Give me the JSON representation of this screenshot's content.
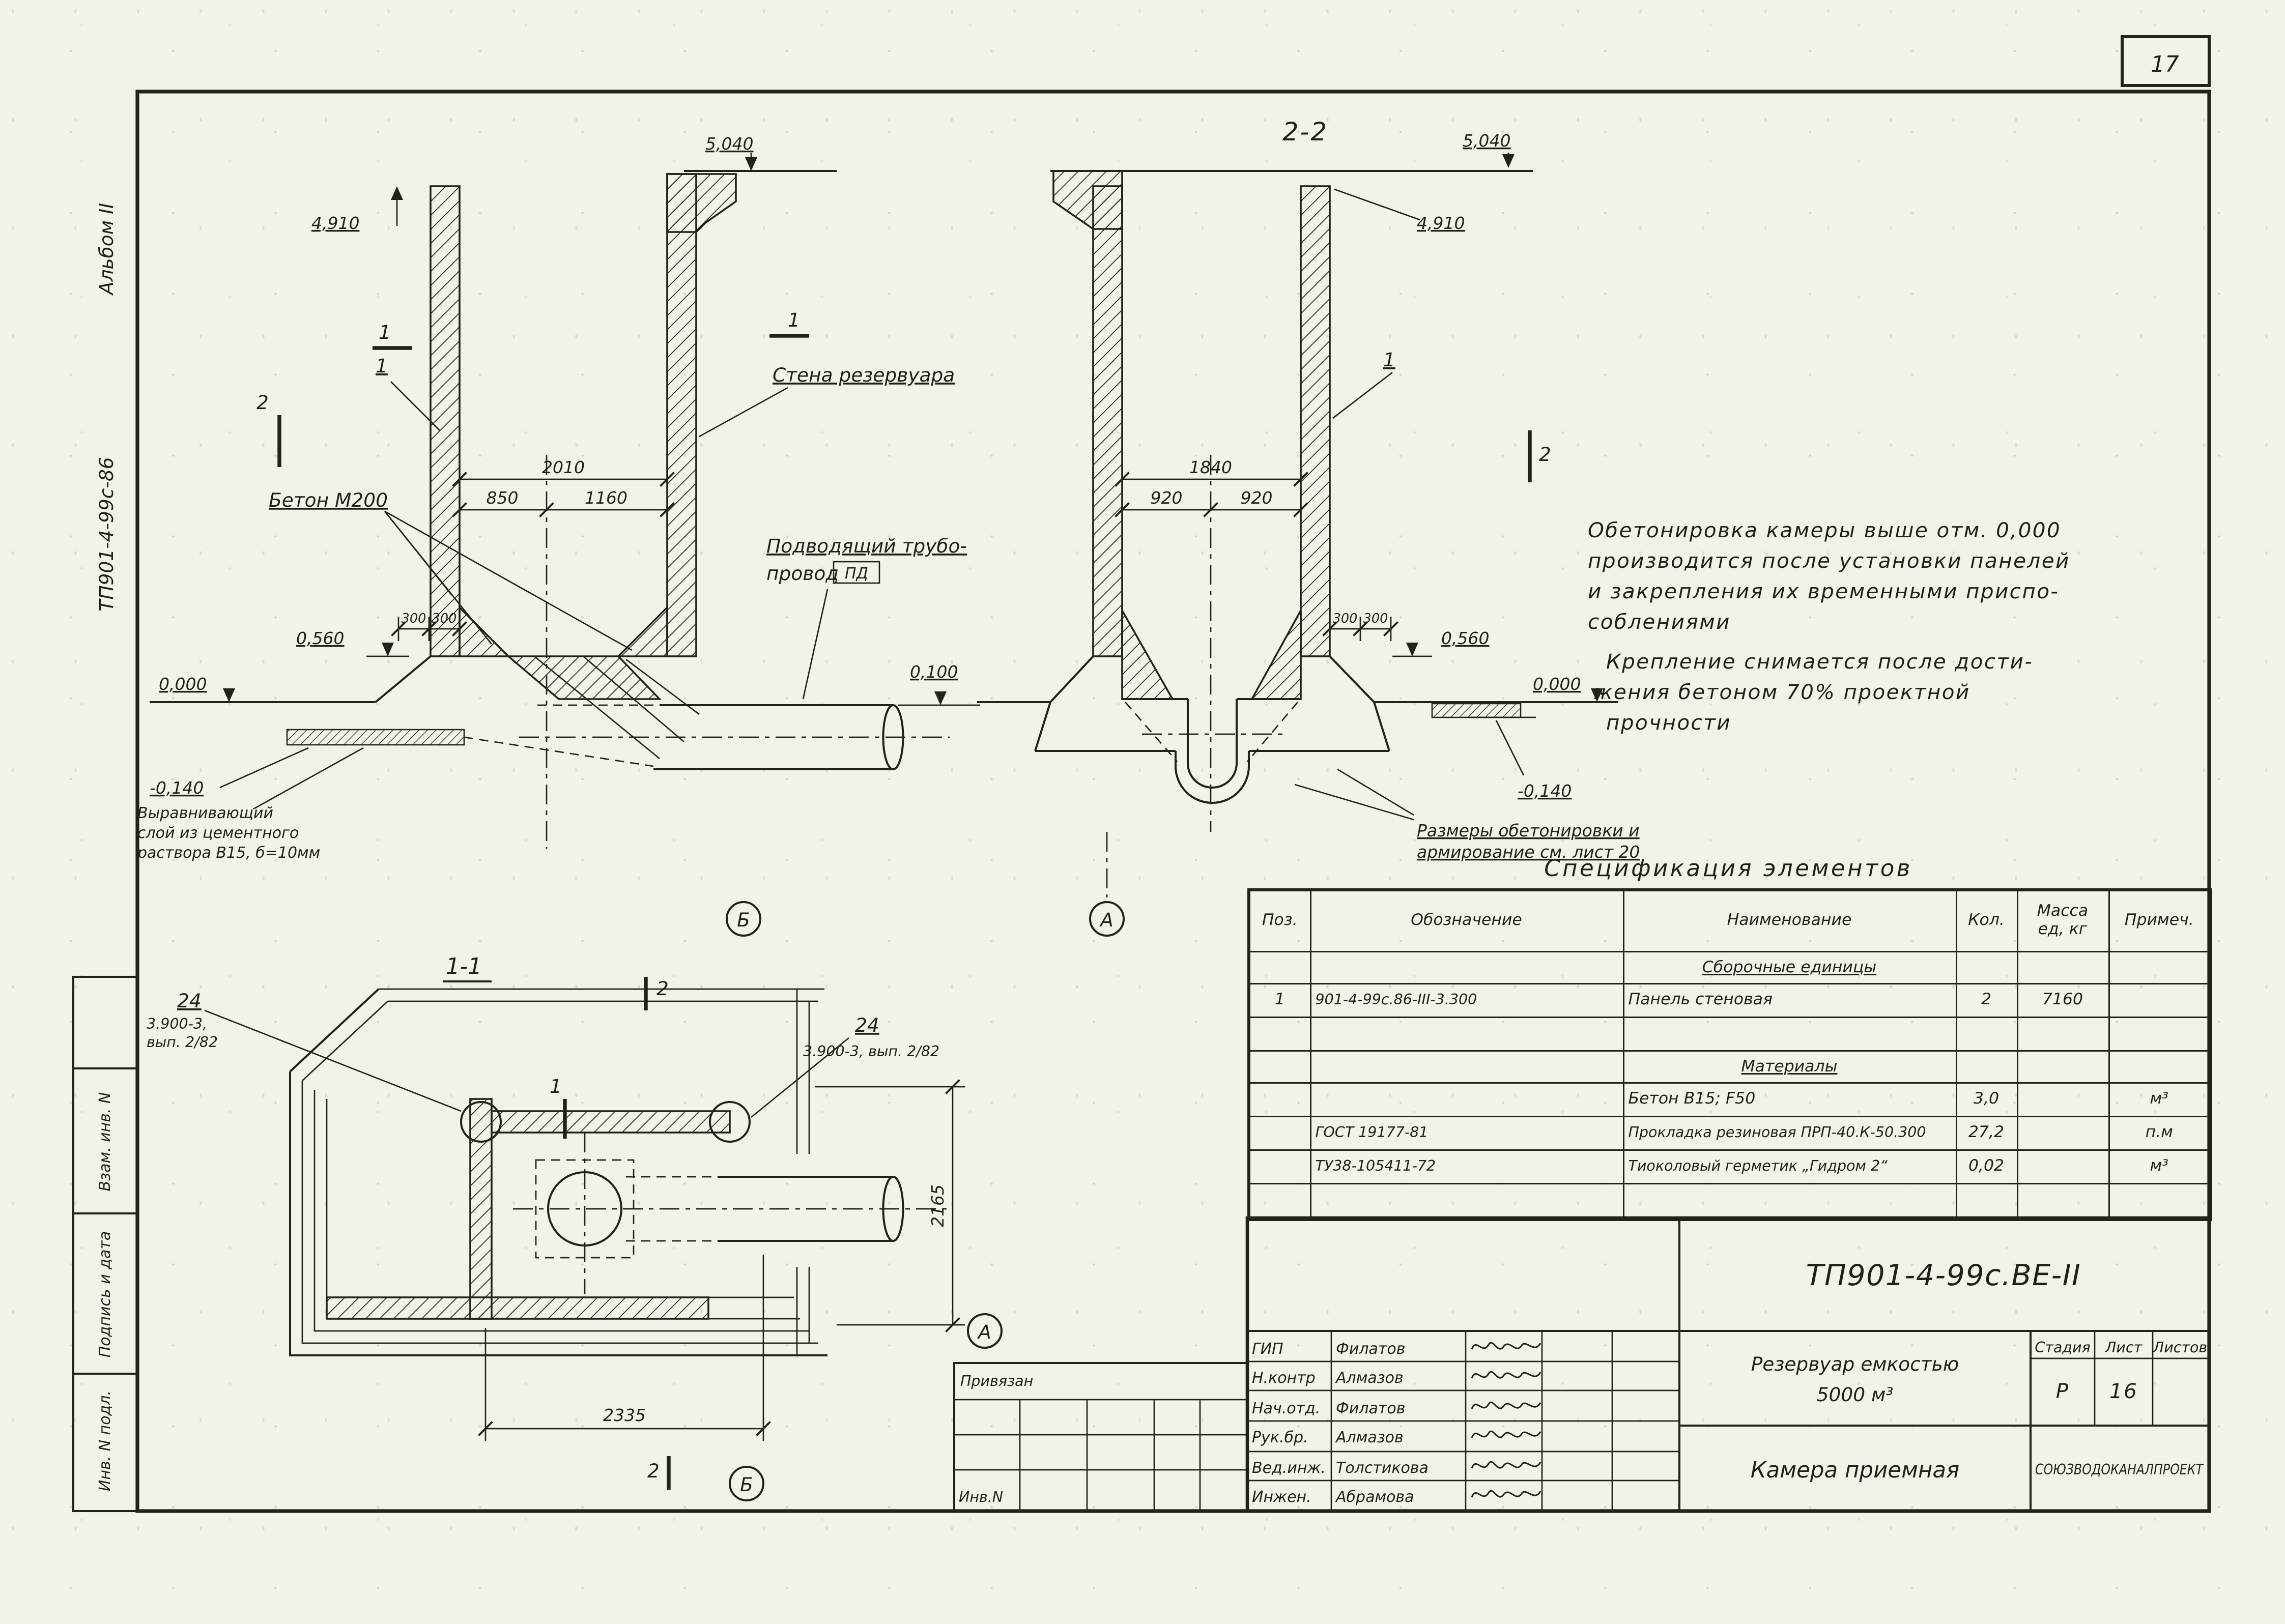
{
  "page": {
    "number": "17"
  },
  "margin": {
    "album": "Альбом II",
    "doc_number": "ТП901-4-99с-86",
    "vzam": "Взам. инв. N",
    "podpis": "Подпись и дата",
    "inv": "Инв. N подл."
  },
  "left_view": {
    "elev_top": "5,040",
    "elev_panel": "4,910",
    "elev_slab": "0,560",
    "elev_zero": "0,000",
    "elev_minus": "-0,140",
    "elev_pipe": "0,100",
    "dim_total": "2010",
    "dim_a": "850",
    "dim_b": "1160",
    "dim_300a": "300",
    "dim_300b": "300",
    "mark_panel": "1",
    "mark_cut1a": "1",
    "mark_cut1b": "1",
    "mark_cut2": "2",
    "label_wall": "Стена резервуара",
    "label_concrete": "Бетон М200",
    "pipe_label_1": "Подводящий трубо-",
    "pipe_label_2": "провод",
    "pipe_tag": "ПД",
    "screed_1": "Выравнивающий",
    "screed_2": "слой из цементного",
    "screed_3": "раствора В15, б=10мм",
    "node": "Б"
  },
  "right_view": {
    "title": "2-2",
    "elev_top": "5,040",
    "elev_panel": "4,910",
    "elev_slab": "0,560",
    "elev_zero": "0,000",
    "elev_minus": "-0,140",
    "dim_total": "1840",
    "dim_a": "920",
    "dim_b": "920",
    "dim_300a": "300",
    "dim_300b": "300",
    "mark_panel": "1",
    "mark_cut2": "2",
    "note_1": "Размеры обетонировки и",
    "note_2": "армирование см. лист 20",
    "node": "А"
  },
  "notes": {
    "line1": "Обетонировка камеры выше отм. 0,000",
    "line2": "производится после установки панелей",
    "line3": "и закрепления их временными приспо-",
    "line4": "соблениями",
    "line5": "Крепление снимается после дости-",
    "line6": "жения бетоном 70% проектной",
    "line7": "прочности"
  },
  "plan": {
    "title": "1-1",
    "mark_2_top": "2",
    "mark_2_bottom": "2",
    "mark_1": "1",
    "joint_left_1": "24",
    "joint_left_2": "3.900-3,",
    "joint_left_3": "вып. 2/82",
    "joint_right_1": "24",
    "joint_right_2": "3.900-3, вып. 2/82",
    "dim_w": "2335",
    "dim_h": "2165",
    "node_a": "А",
    "node_b": "Б"
  },
  "spec": {
    "title": "Спецификация элементов",
    "h_pos": "Поз.",
    "h_desig": "Обозначение",
    "h_name": "Наименование",
    "h_qty": "Кол.",
    "h_mass": "Масса ед, кг",
    "h_note": "Примеч.",
    "group1": "Сборочные единицы",
    "group2": "Материалы",
    "rows": [
      {
        "pos": "1",
        "desig": "901-4-99с.86-III-3.300",
        "name": "Панель стеновая",
        "qty": "2",
        "mass": "7160",
        "note": ""
      },
      {
        "pos": "",
        "desig": "",
        "name": "Бетон В15; F50",
        "qty": "3,0",
        "mass": "",
        "note": "м³"
      },
      {
        "pos": "",
        "desig": "ГОСТ 19177-81",
        "name": "Прокладка резиновая ПРП-40.К-50.300",
        "qty": "27,2",
        "mass": "",
        "note": "п.м"
      },
      {
        "pos": "",
        "desig": "ТУ38-105411-72",
        "name": "Тиоколовый герметик „Гидром 2“",
        "qty": "0,02",
        "mass": "",
        "note": "м³"
      }
    ]
  },
  "titleblock": {
    "code": "ТП901-4-99с.ВЕ-II",
    "privyazan": "Привязан",
    "inv_small": "Инв.N",
    "signatures": [
      {
        "role": "ГИП",
        "name": "Филатов"
      },
      {
        "role": "Н.контр",
        "name": "Алмазов"
      },
      {
        "role": "Нач.отд.",
        "name": "Филатов"
      },
      {
        "role": "Рук.бр.",
        "name": "Алмазов"
      },
      {
        "role": "Вед.инж.",
        "name": "Толстикова"
      },
      {
        "role": "Инжен.",
        "name": "Абрамова"
      }
    ],
    "object_1": "Резервуар емкостью",
    "object_2": "5000 м³",
    "stage_h": "Стадия",
    "sheet_h": "Лист",
    "sheets_h": "Листов",
    "stage": "Р",
    "sheet": "16",
    "sheets": "",
    "subject": "Камера приемная",
    "org": "СОЮЗВОДОКАНАЛПРОЕКТ"
  }
}
